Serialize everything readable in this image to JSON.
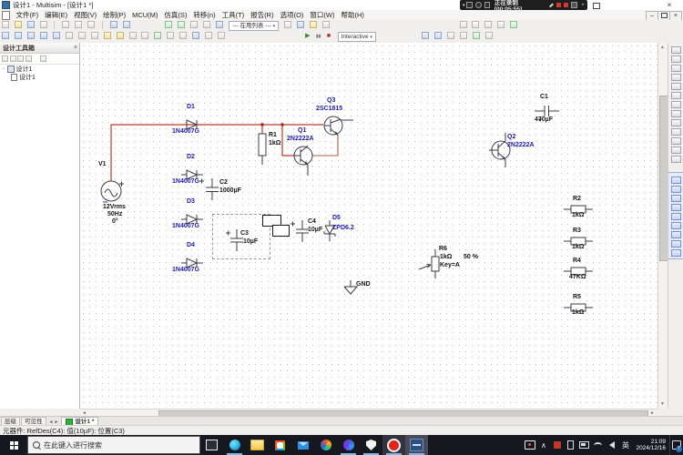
{
  "window": {
    "title": "设计1 - Multisim - [设计1 *]",
    "recording_status": "正在录制 [00:05:55]"
  },
  "menubar": {
    "items": [
      "文件(F)",
      "编辑(E)",
      "视图(V)",
      "绘制(P)",
      "MCU(M)",
      "仿真(S)",
      "转移(n)",
      "工具(T)",
      "报告(R)",
      "选项(O)",
      "窗口(W)",
      "帮助(H)"
    ]
  },
  "toolbar": {
    "in_use_list": "--- 在用列表 ---",
    "interactive_label": "Interactive"
  },
  "sidebar": {
    "title": "设计工具箱",
    "tree_root": "设计1",
    "tree_child": "设计1",
    "tab_hierarchy": "层级",
    "tab_visibility": "可见性"
  },
  "document_tab": {
    "label": "设计1 *"
  },
  "statusbar": {
    "text": "元器件: RefDes(C4): 值(10µF): 位置(C3)"
  },
  "taskbar": {
    "search_placeholder": "在此键入进行搜索",
    "lang": "英",
    "time": "21:09",
    "date": "2024/12/16",
    "notification_badge": "7"
  },
  "schematic": {
    "v1": {
      "ref": "V1",
      "line1": "12Vrms",
      "line2": "50Hz",
      "line3": "0°"
    },
    "d1": {
      "ref": "D1",
      "val": "1N4007G"
    },
    "d2": {
      "ref": "D2",
      "val": "1N4007G"
    },
    "d3": {
      "ref": "D3",
      "val": "1N4007G"
    },
    "d4": {
      "ref": "D4",
      "val": "1N4007G"
    },
    "d5": {
      "ref": "D5",
      "val": "ZPD6.2"
    },
    "r1": {
      "ref": "R1",
      "val": "1kΩ"
    },
    "r2": {
      "ref": "R2",
      "val": "1kΩ"
    },
    "r3": {
      "ref": "R3",
      "val": "1kΩ"
    },
    "r4": {
      "ref": "R4",
      "val": "47KΩ"
    },
    "r5": {
      "ref": "R5",
      "val": "1kΩ"
    },
    "r6": {
      "ref": "R6",
      "val": "1kΩ",
      "key": "Key=A",
      "percent": "50 %"
    },
    "c1": {
      "ref": "C1",
      "val": "470µF"
    },
    "c2": {
      "ref": "C2",
      "val": "1000µF"
    },
    "c3": {
      "ref": "C3",
      "val": "10µF"
    },
    "c4": {
      "ref": "C4",
      "val": "10µF"
    },
    "q1": {
      "ref": "Q1",
      "val": "2N2222A"
    },
    "q2": {
      "ref": "Q2",
      "val": "2N2222A"
    },
    "q3": {
      "ref": "Q3",
      "val": "2SC1815"
    },
    "gnd": {
      "label": "GND"
    }
  },
  "colors": {
    "wire_red": "#c23a2a",
    "part_label_blue": "#1c1cae",
    "record_red": "#d63a2f",
    "taskbar_dark": "#17171f"
  },
  "icons": {
    "close": "×",
    "minimize": "–",
    "play": "▶",
    "pause": "▮▮",
    "stop": "■",
    "caret_down": "▾",
    "chevron_up": "∧",
    "arrow_up": "▲",
    "arrow_down": "▼",
    "arrow_left": "◄",
    "arrow_right": "►",
    "search": "magnifier-css-shape",
    "windows_logo": "four-squares-css-shape",
    "grid_doc": "green-grid-css-shape"
  }
}
